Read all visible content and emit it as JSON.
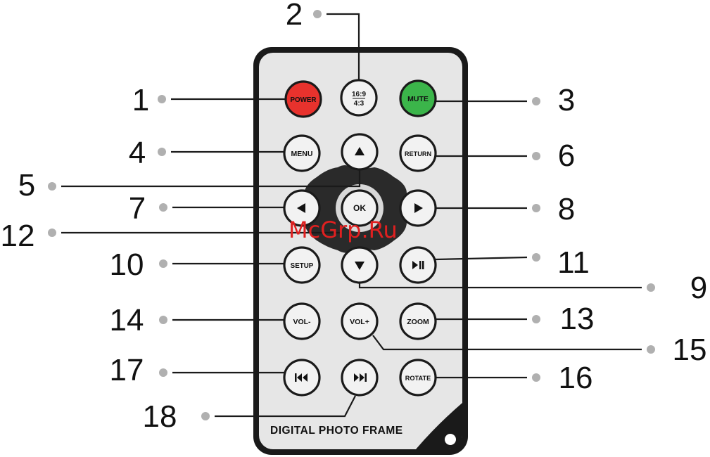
{
  "remote": {
    "brand_label": "DIGITAL PHOTO FRAME",
    "body_color": "#e6e6e6",
    "frame_color": "#1a1a1a",
    "dpad_color": "#2a2a2a"
  },
  "buttons": [
    {
      "key": "power",
      "label": "POWER",
      "color": "#e8322d",
      "text_color": "#1a1a1a"
    },
    {
      "key": "aspect",
      "label": "16:9",
      "label2": "4:3",
      "color": "#f2f2f2",
      "text_color": "#111111"
    },
    {
      "key": "mute",
      "label": "MUTE",
      "color": "#3bb54a",
      "text_color": "#1a1a1a"
    },
    {
      "key": "menu",
      "label": "MENU",
      "color": "#f2f2f2",
      "text_color": "#111111"
    },
    {
      "key": "up",
      "label": "",
      "icon": "up-arrow-icon",
      "color": "#f2f2f2",
      "text_color": "#111111"
    },
    {
      "key": "return",
      "label": "RETURN",
      "color": "#f2f2f2",
      "text_color": "#111111"
    },
    {
      "key": "left",
      "label": "",
      "icon": "left-arrow-icon",
      "color": "#f2f2f2",
      "text_color": "#111111"
    },
    {
      "key": "ok",
      "label": "OK",
      "color": "#f2f2f2",
      "text_color": "#111111"
    },
    {
      "key": "right",
      "label": "",
      "icon": "right-arrow-icon",
      "color": "#f2f2f2",
      "text_color": "#111111"
    },
    {
      "key": "setup",
      "label": "SETUP",
      "color": "#f2f2f2",
      "text_color": "#111111"
    },
    {
      "key": "down",
      "label": "",
      "icon": "down-arrow-icon",
      "color": "#f2f2f2",
      "text_color": "#111111"
    },
    {
      "key": "playpause",
      "label": "",
      "icon": "play-pause-icon",
      "color": "#f2f2f2",
      "text_color": "#111111"
    },
    {
      "key": "voldown",
      "label": "VOL-",
      "color": "#f2f2f2",
      "text_color": "#111111"
    },
    {
      "key": "volup",
      "label": "VOL+",
      "color": "#f2f2f2",
      "text_color": "#111111"
    },
    {
      "key": "zoom",
      "label": "ZOOM",
      "color": "#f2f2f2",
      "text_color": "#111111"
    },
    {
      "key": "prev",
      "label": "",
      "icon": "skip-previous-icon",
      "color": "#f2f2f2",
      "text_color": "#111111"
    },
    {
      "key": "next",
      "label": "",
      "icon": "skip-next-icon",
      "color": "#f2f2f2",
      "text_color": "#111111"
    },
    {
      "key": "rotate",
      "label": "ROTATE",
      "color": "#f2f2f2",
      "text_color": "#111111"
    }
  ],
  "callouts": [
    {
      "number": "1",
      "target": "power"
    },
    {
      "number": "2",
      "target": "aspect"
    },
    {
      "number": "3",
      "target": "mute"
    },
    {
      "number": "4",
      "target": "menu"
    },
    {
      "number": "5",
      "target": "up"
    },
    {
      "number": "6",
      "target": "return"
    },
    {
      "number": "7",
      "target": "left"
    },
    {
      "number": "8",
      "target": "right"
    },
    {
      "number": "9",
      "target": "down"
    },
    {
      "number": "10",
      "target": "setup"
    },
    {
      "number": "11",
      "target": "playpause"
    },
    {
      "number": "12",
      "target": "ok"
    },
    {
      "number": "13",
      "target": "zoom"
    },
    {
      "number": "14",
      "target": "voldown"
    },
    {
      "number": "15",
      "target": "volup"
    },
    {
      "number": "16",
      "target": "rotate"
    },
    {
      "number": "17",
      "target": "prev"
    },
    {
      "number": "18",
      "target": "next"
    }
  ],
  "watermark": "McGrp.Ru"
}
